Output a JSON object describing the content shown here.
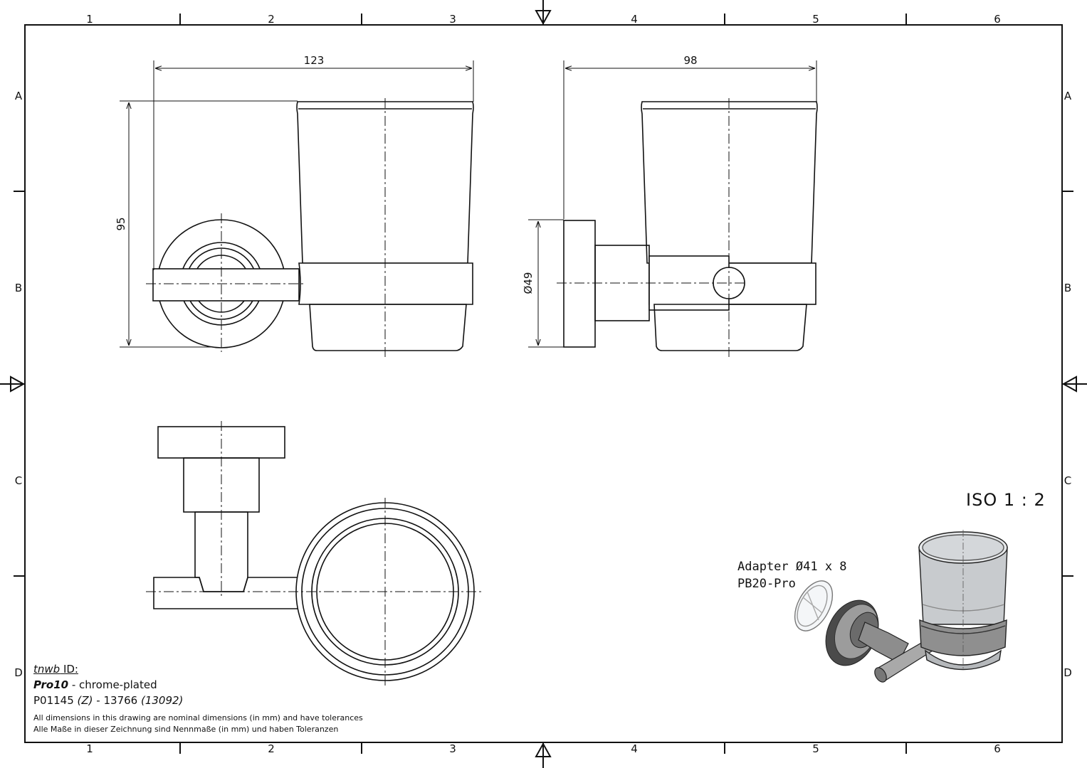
{
  "grid": {
    "columns": [
      "1",
      "2",
      "3",
      "4",
      "5",
      "6"
    ],
    "rows": [
      "A",
      "B",
      "C",
      "D"
    ]
  },
  "dimensions": {
    "front_width": "123",
    "front_height": "95",
    "side_width": "98",
    "side_diameter": "Ø49"
  },
  "scale": "ISO 1 : 2",
  "adapter": {
    "line1": "Adapter Ø41 x 8",
    "line2": "PB20-Pro"
  },
  "titleblock": {
    "id_label": "tnwb",
    "id_suffix": " ID:",
    "product_name": "Pro10",
    "product_finish": " - chrome-plated",
    "code_a": "P01145",
    "code_a_variant": "(Z)",
    "code_sep": " - 13766 ",
    "code_b_variant": "(13092)",
    "note_en": "All dimensions in this drawing are nominal dimensions (in mm) and have tolerances",
    "note_de": "Alle Maße in dieser Zeichnung sind Nennmaße (in mm) und haben Toleranzen"
  }
}
